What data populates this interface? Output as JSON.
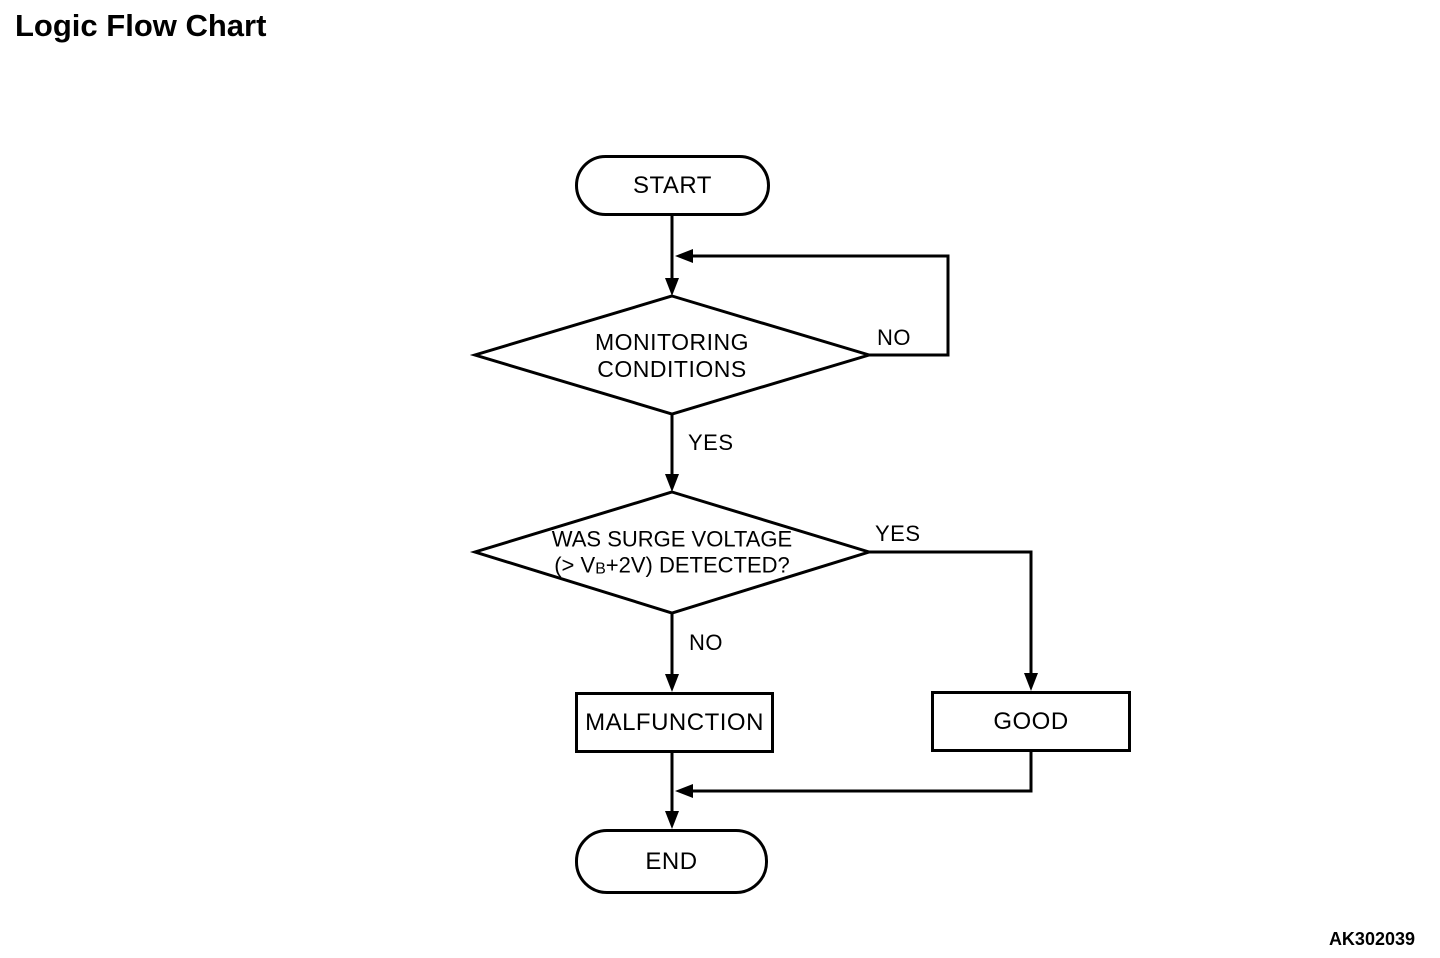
{
  "page": {
    "title": "Logic Flow Chart",
    "figure_code": "AK302039"
  },
  "flowchart": {
    "nodes": {
      "start": {
        "type": "terminator",
        "label": "START"
      },
      "monitoring_conditions": {
        "type": "decision",
        "line1": "MONITORING",
        "line2": "CONDITIONS"
      },
      "surge_voltage": {
        "type": "decision",
        "line1": "WAS SURGE VOLTAGE",
        "line2_prefix": "(> V",
        "line2_subscript": "B",
        "line2_suffix": "+2V) DETECTED?"
      },
      "malfunction": {
        "type": "process",
        "label": "MALFUNCTION"
      },
      "good": {
        "type": "process",
        "label": "GOOD"
      },
      "end": {
        "type": "terminator",
        "label": "END"
      }
    },
    "edge_labels": {
      "monitoring_no": "NO",
      "monitoring_yes": "YES",
      "surge_yes": "YES",
      "surge_no": "NO"
    },
    "colors": {
      "line": "#000000",
      "text": "#000000",
      "background": "#ffffff"
    }
  }
}
